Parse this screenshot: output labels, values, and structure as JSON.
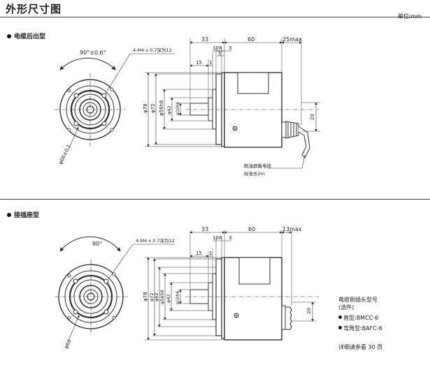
{
  "header": {
    "title": "外形尺寸图",
    "unit": "单位:mm"
  },
  "sections": [
    {
      "title": "电缆后出型",
      "angle": "90°±0.6°",
      "screw": "4-M4 x 0.7深为12",
      "circle_dia": "φ66±0.1",
      "dims_top": [
        "33",
        "60",
        "25max",
        "10",
        "8",
        "3",
        "5",
        "15",
        "1"
      ],
      "dims_side": [
        "φ78",
        "φ72",
        "φ56h8",
        "φ42",
        "φ10h6",
        "20"
      ],
      "cable_label": "耐油屏蔽电缆",
      "cable_length": "标准长2m"
    },
    {
      "title": "接插座型",
      "angle": "90°",
      "screw": "4-M4 x 0.7深为12",
      "circle_dia": "φ66",
      "dims_top": [
        "33",
        "60",
        "13max",
        "10",
        "8",
        "3",
        "15",
        "1"
      ],
      "dims_side": [
        "φ78",
        "φ72",
        "φ62",
        "φ56h8",
        "φ42",
        "φ10h6",
        "20"
      ],
      "notes": {
        "heading": "电缆侧插头型号",
        "sub": "(选件)",
        "straight": "直型:BMCC-6",
        "angled": "弯角型:BAFC-6",
        "ref": "详细请参看 30 页"
      }
    }
  ]
}
